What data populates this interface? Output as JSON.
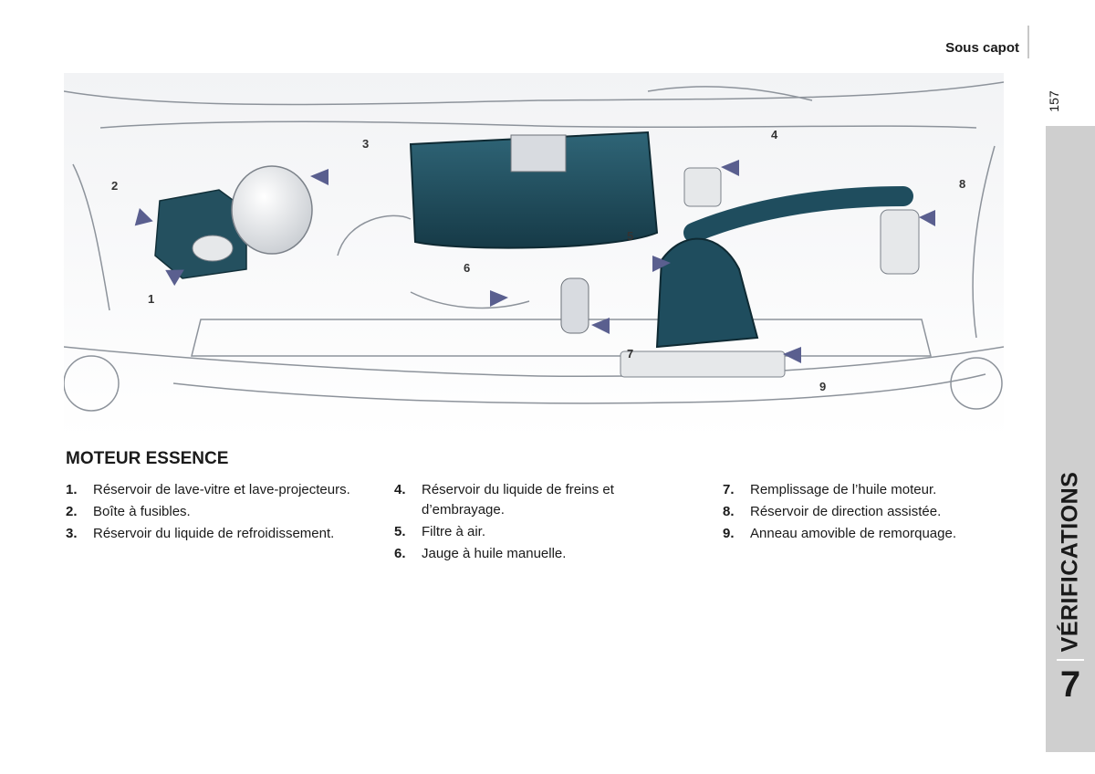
{
  "header": {
    "section": "Sous capot",
    "page_number": "157"
  },
  "side_tab": {
    "chapter_name": "VÉRIFICATIONS",
    "chapter_number": "7"
  },
  "illustration": {
    "callouts": [
      "1",
      "2",
      "3",
      "4",
      "5",
      "6",
      "7",
      "8",
      "9"
    ],
    "arrow_color": "#5a5f8f",
    "dark_part_color": "#1f4d5e"
  },
  "engine": {
    "title": "MOTEUR ESSENCE",
    "legend": [
      {
        "num": "1.",
        "text": "Réservoir de lave-vitre et lave-projecteurs."
      },
      {
        "num": "2.",
        "text": "Boîte à fusibles."
      },
      {
        "num": "3.",
        "text": "Réservoir du liquide de refroidissement."
      },
      {
        "num": "4.",
        "text": "Réservoir du liquide de freins et d’embrayage."
      },
      {
        "num": "5.",
        "text": "Filtre à air."
      },
      {
        "num": "6.",
        "text": "Jauge à huile manuelle."
      },
      {
        "num": "7.",
        "text": "Remplissage de l’huile moteur."
      },
      {
        "num": "8.",
        "text": "Réservoir de direction assistée."
      },
      {
        "num": "9.",
        "text": "Anneau amovible de remorquage."
      }
    ]
  }
}
